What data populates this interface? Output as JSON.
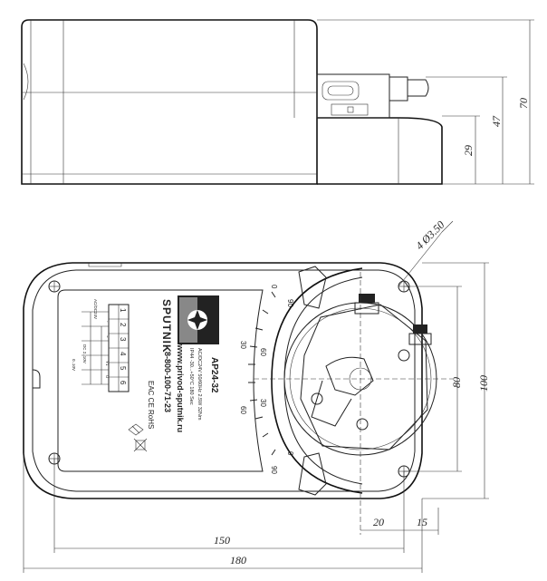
{
  "dimensions": {
    "height_total": "70",
    "height_mid": "47",
    "height_base": "29",
    "holes": "4 Ø3.50",
    "width_mount": "80",
    "width_total": "100",
    "offset_20": "20",
    "offset_15": "15",
    "length_mount": "150",
    "length_total": "180"
  },
  "label": {
    "brand": "SPUTNIK",
    "model": "AP24-32",
    "specs_line1": "AC/DC24V 50/60Hz 2.5W 32Nm",
    "specs_line2": "IP44 -30...+50°C 180 Sec",
    "marks": "EAC CE RoHS",
    "website": "www.privod-sputnik.ru",
    "phone": "8-800-100-71-23",
    "terminals": [
      "1",
      "2",
      "3",
      "4",
      "5",
      "6"
    ],
    "wiring_notes": [
      "AC/DC24V",
      "-",
      "~",
      "DC 2..10V",
      "Y1",
      "U",
      "0..10V"
    ]
  },
  "scale": {
    "marks_upper": [
      "0",
      "30",
      "60"
    ],
    "marks_lower": [
      "60",
      "30",
      "0"
    ],
    "end_upper": "90",
    "end_lower": "90"
  }
}
